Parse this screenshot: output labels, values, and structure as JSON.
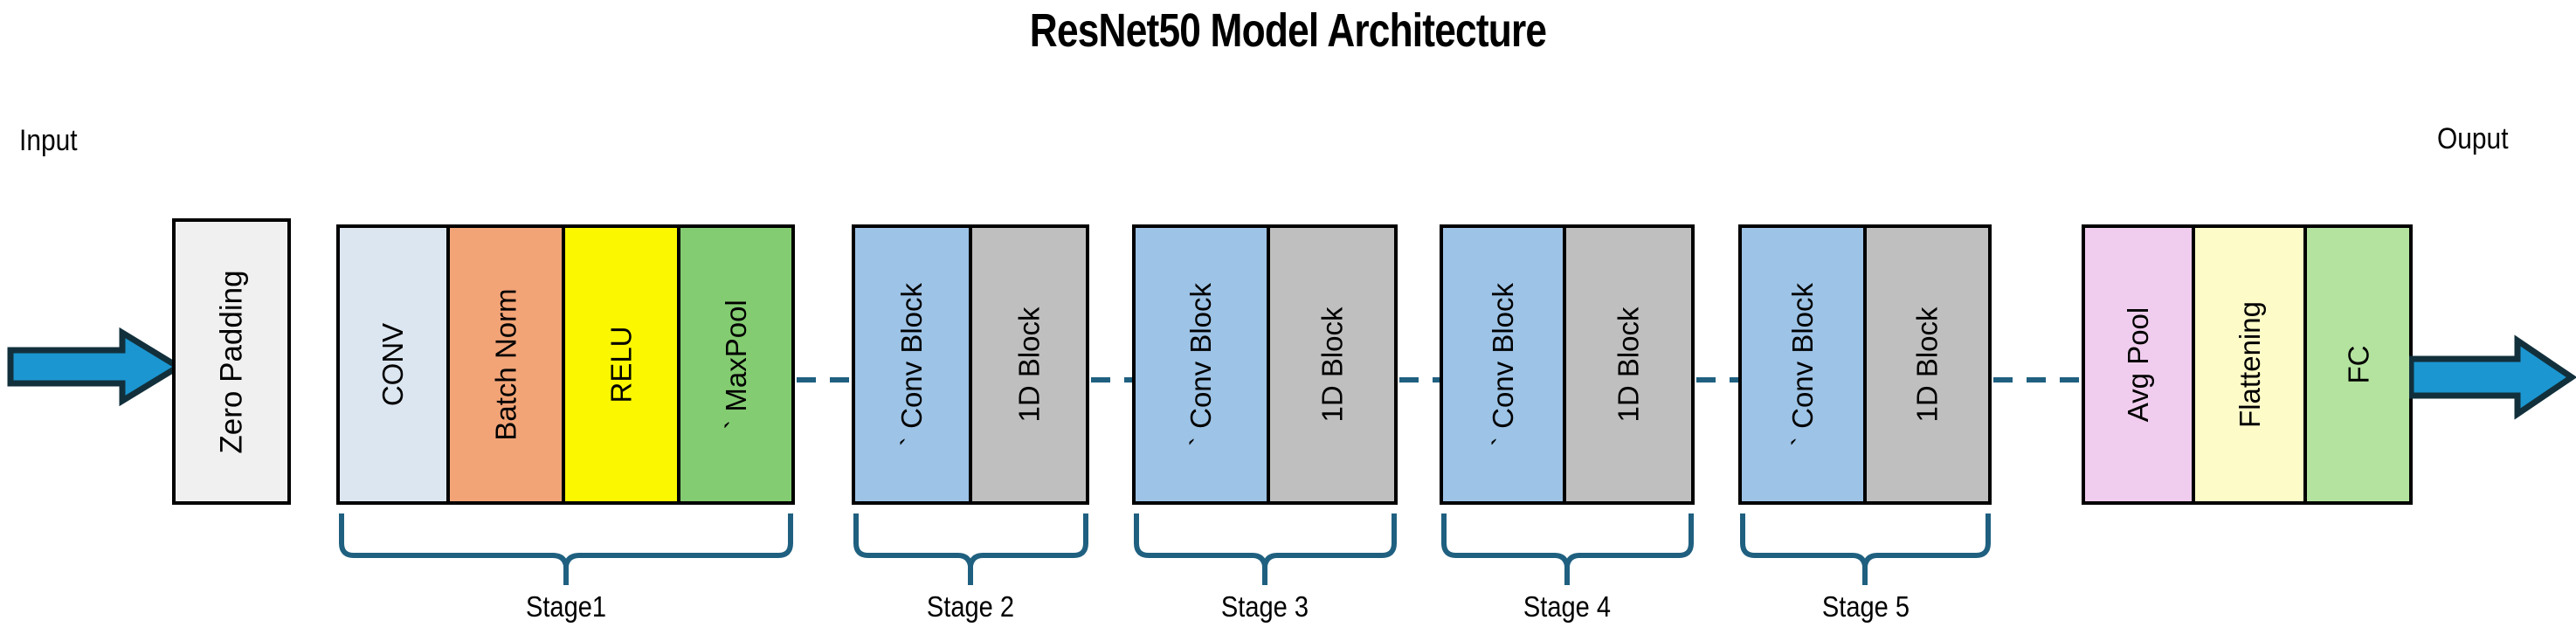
{
  "title": "ResNet50 Model Architecture",
  "io": {
    "input_label": "Input",
    "output_label": "Ouput",
    "input_arrow_icon": "right-arrow-icon",
    "output_arrow_icon": "right-arrow-icon"
  },
  "preprocess": {
    "label": "Zero Padding",
    "color": "#F0F0F0"
  },
  "stages": [
    {
      "name": "Stage1",
      "blocks": [
        {
          "label": "CONV",
          "color": "#DCE6F1"
        },
        {
          "label": "Batch Norm",
          "color": "#F2A477"
        },
        {
          "label": "RELU",
          "color": "#FAF700"
        },
        {
          "label": "` MaxPool",
          "color": "#84CC72"
        }
      ]
    },
    {
      "name": "Stage 2",
      "blocks": [
        {
          "label": "` Conv Block",
          "color": "#9DC3E6"
        },
        {
          "label": "1D Block",
          "color": "#BFBFBF"
        }
      ]
    },
    {
      "name": "Stage 3",
      "blocks": [
        {
          "label": "` Conv Block",
          "color": "#9DC3E6"
        },
        {
          "label": "1D Block",
          "color": "#BFBFBF"
        }
      ]
    },
    {
      "name": "Stage 4",
      "blocks": [
        {
          "label": "` Conv Block",
          "color": "#9DC3E6"
        },
        {
          "label": "1D Block",
          "color": "#BFBFBF"
        }
      ]
    },
    {
      "name": "Stage 5",
      "blocks": [
        {
          "label": "` Conv Block",
          "color": "#9DC3E6"
        },
        {
          "label": "1D Block",
          "color": "#BFBFBF"
        }
      ]
    }
  ],
  "head": {
    "blocks": [
      {
        "label": "Avg Pool",
        "color": "#F0CDEE"
      },
      {
        "label": "Flattening",
        "color": "#FDFBC8"
      },
      {
        "label": "FC",
        "color": "#B4E3A0"
      }
    ]
  },
  "colors": {
    "arrow_fill": "#1B96D1",
    "arrow_stroke": "#12303C",
    "connector": "#1F6080",
    "brace": "#1F6080",
    "box_border": "#000000",
    "background": "#FFFFFF"
  }
}
